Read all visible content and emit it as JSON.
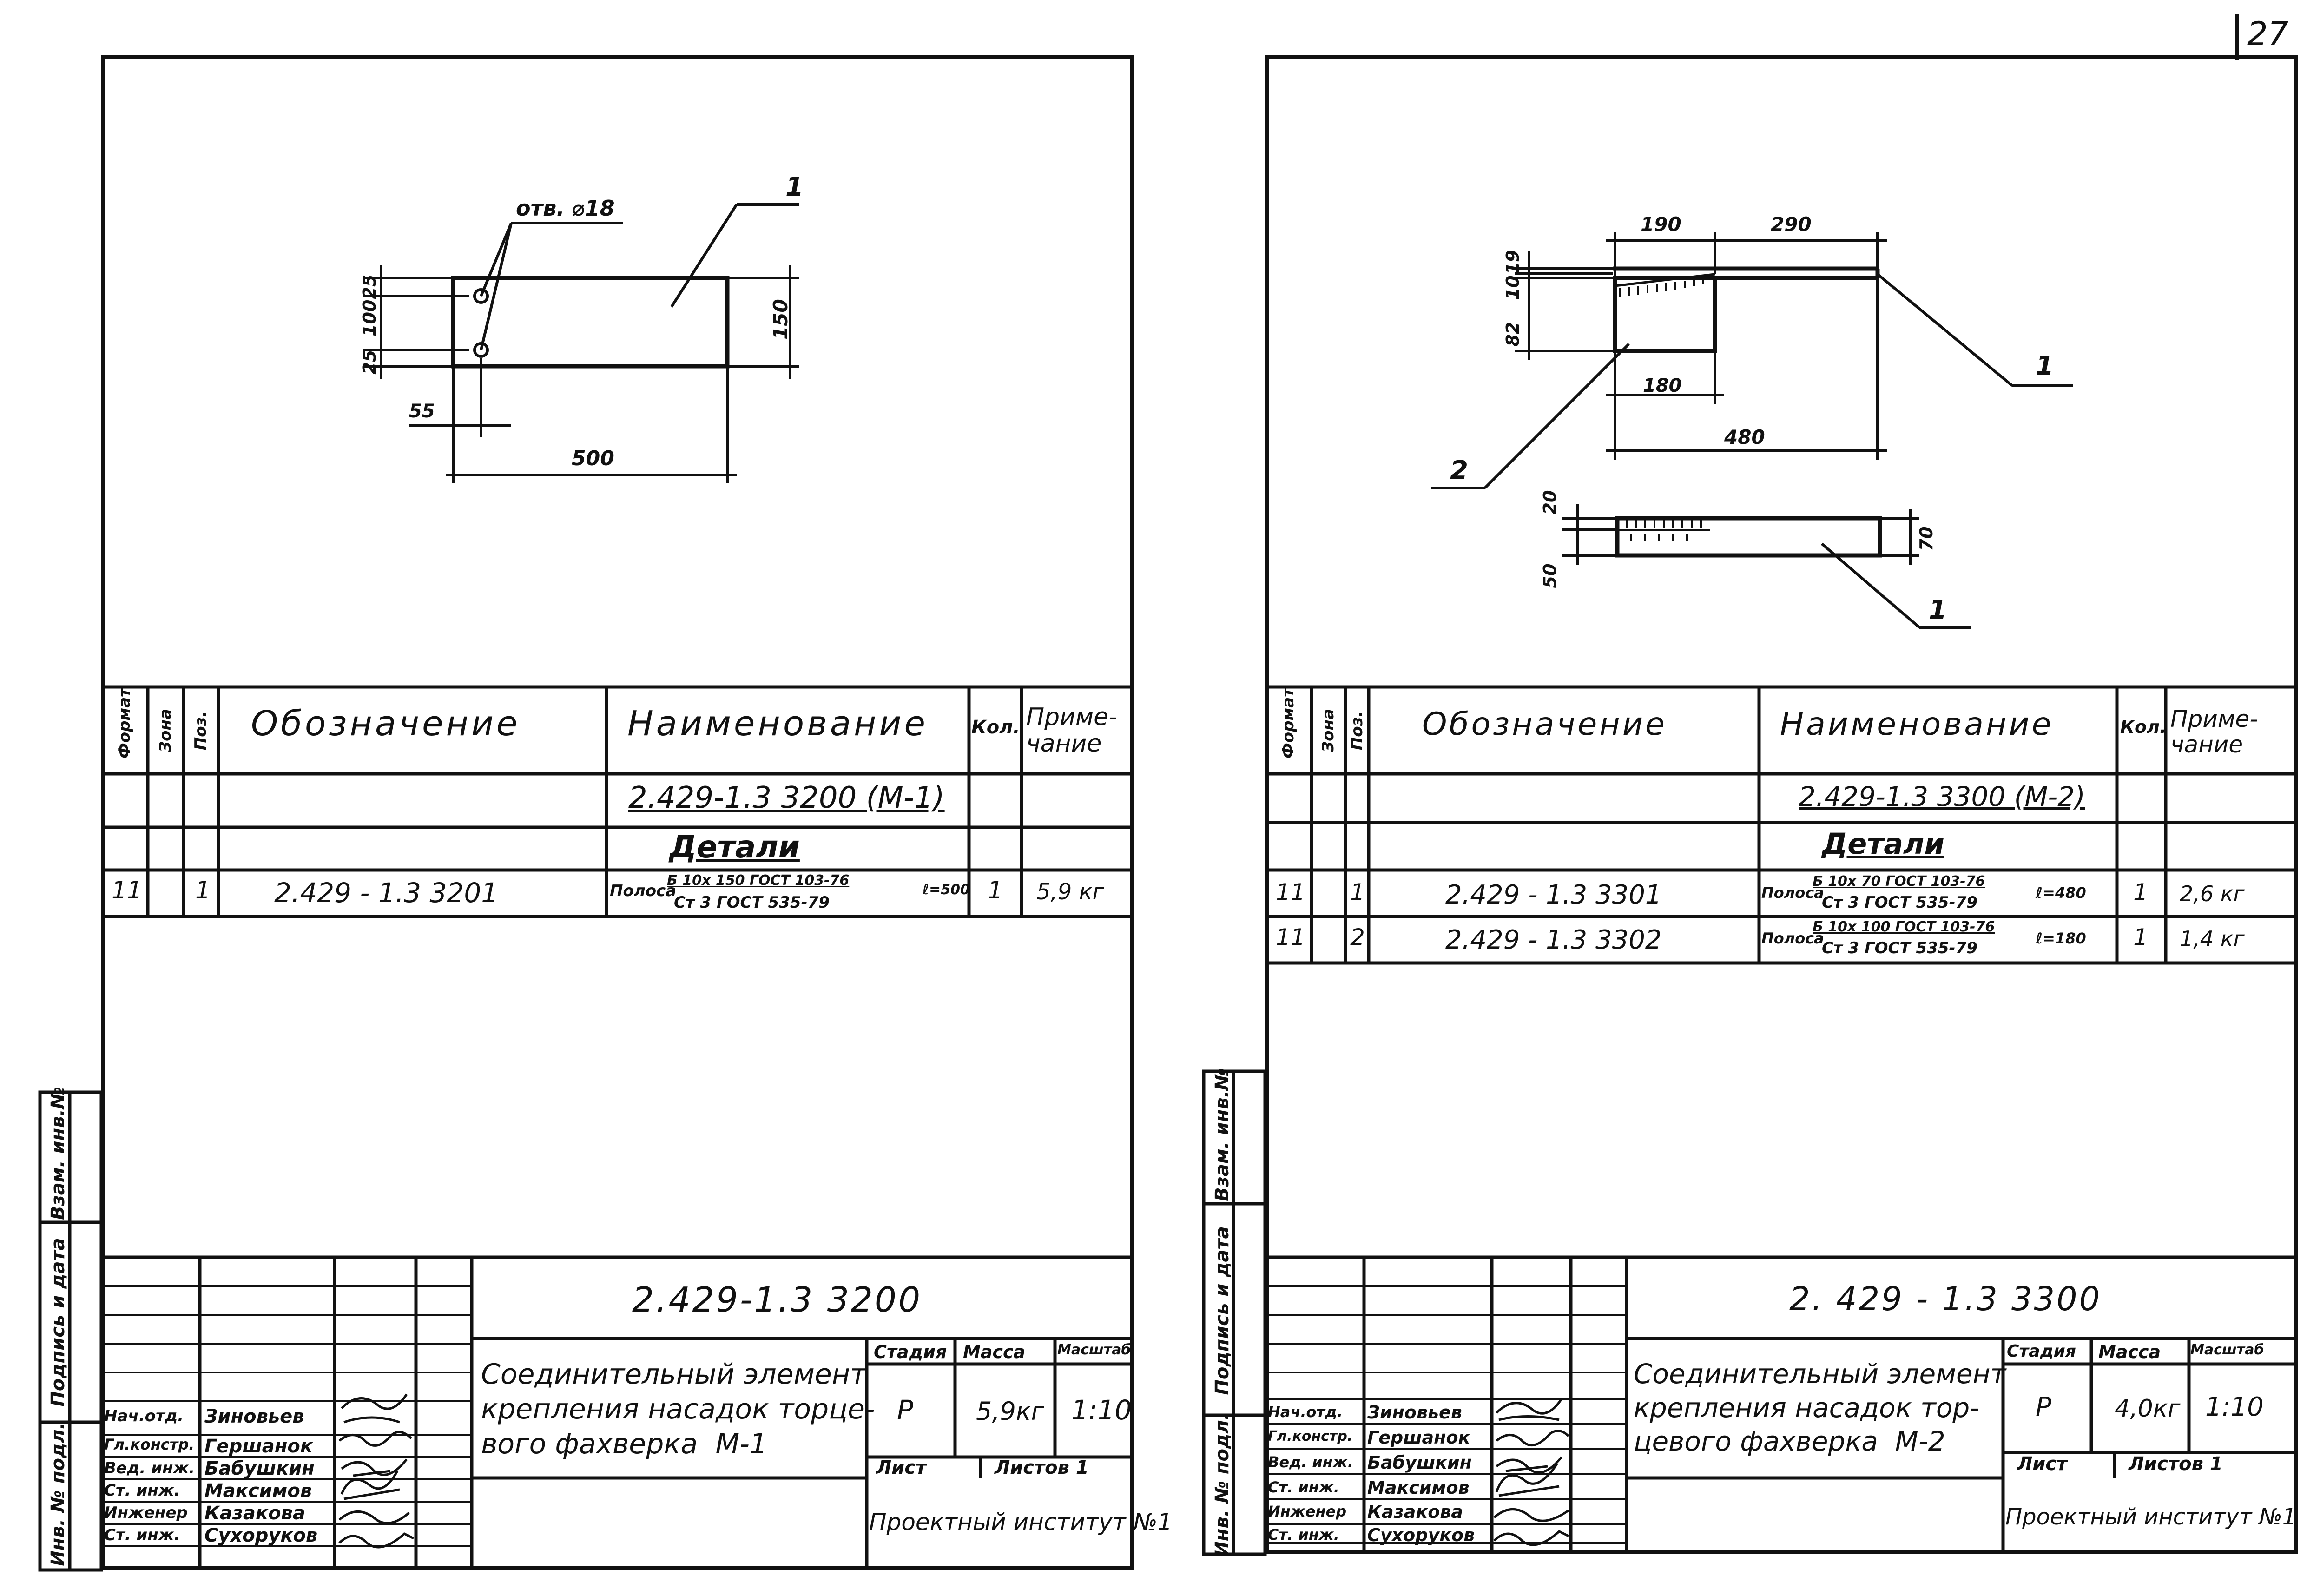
{
  "page_number": "27",
  "left": {
    "drawing": {
      "hole_note": "отв. ⌀18",
      "pos_label": "1",
      "dims": {
        "d25a": "25",
        "d100": "100",
        "d25b": "25",
        "d150": "150",
        "d55": "55",
        "d500": "500"
      }
    },
    "spec": {
      "headers": {
        "format": "Формат",
        "zone": "Зона",
        "pos": "Поз.",
        "designation": "Обозначение",
        "name": "Наименование",
        "qty": "Кол.",
        "note": "Приме-\nчание"
      },
      "assembly": "2.429-1.3 3200 (М-1)",
      "section": "Детали",
      "rows": [
        {
          "format": "11",
          "pos": "1",
          "designation": "2.429 - 1.3  3201",
          "name_prefix": "Полоса",
          "name_top": "Б 10x 150 ГОСТ 103-76",
          "name_bottom": "Ст 3 ГОСТ 535-79",
          "name_len": "ℓ=500",
          "qty": "1",
          "note": "5,9 кг"
        }
      ]
    },
    "side": {
      "label1": "Взам. инв.№",
      "label2": "Подпись и дата",
      "label3": "Инв. № подл."
    },
    "title": {
      "code": "2.429-1.3  3200",
      "name": "Соединительный элемент\nкрепления насадок торце-\nвого фахверка  М-1",
      "stage_h": "Стадия",
      "mass_h": "Масса",
      "scale_h": "Масштаб",
      "stage": "Р",
      "mass": "5,9кг",
      "scale": "1:10",
      "sheet_h": "Лист",
      "sheets_h": "Листов 1",
      "org": "Проектный институт №1",
      "people": [
        {
          "role": "Нач.отд.",
          "name": "Зиновьев"
        },
        {
          "role": "Гл.констр.",
          "name": "Гершанок"
        },
        {
          "role": "Вед. инж.",
          "name": "Бабушкин"
        },
        {
          "role": "Ст. инж.",
          "name": "Максимов"
        },
        {
          "role": "Инженер",
          "name": "Казакова"
        },
        {
          "role": "Ст. инж.",
          "name": "Сухоруков"
        }
      ]
    }
  },
  "right": {
    "drawing": {
      "dims": {
        "d190": "190",
        "d290": "290",
        "d19": "19",
        "d10": "10",
        "d82": "82",
        "d180": "180",
        "d480": "480",
        "d20": "20",
        "d50": "50",
        "d70": "70"
      },
      "pos1a": "1",
      "pos2": "2",
      "pos1b": "1"
    },
    "spec": {
      "headers": {
        "format": "Формат",
        "zone": "Зона",
        "pos": "Поз.",
        "designation": "Обозначение",
        "name": "Наименование",
        "qty": "Кол.",
        "note": "Приме-\nчание"
      },
      "assembly": "2.429-1.3 3300 (М-2)",
      "section": "Детали",
      "rows": [
        {
          "format": "11",
          "pos": "1",
          "designation": "2.429 - 1.3  3301",
          "name_prefix": "Полоса",
          "name_top": "Б 10x 70 ГОСТ 103-76",
          "name_bottom": "Ст 3 ГОСТ 535-79",
          "name_len": "ℓ=480",
          "qty": "1",
          "note": "2,6 кг"
        },
        {
          "format": "11",
          "pos": "2",
          "designation": "2.429 - 1.3  3302",
          "name_prefix": "Полоса",
          "name_top": "Б 10x 100 ГОСТ 103-76",
          "name_bottom": "Ст 3 ГОСТ 535-79",
          "name_len": "ℓ=180",
          "qty": "1",
          "note": "1,4 кг"
        }
      ]
    },
    "side": {
      "label1": "Взам. инв.№",
      "label2": "Подпись и дата",
      "label3": "Инв. № подл."
    },
    "title": {
      "code": "2. 429 - 1.3  3300",
      "name": "Соединительный элемент\nкрепления насадок тор-\nцевого фахверка  М-2",
      "stage_h": "Стадия",
      "mass_h": "Масса",
      "scale_h": "Масштаб",
      "stage": "Р",
      "mass": "4,0кг",
      "scale": "1:10",
      "sheet_h": "Лист",
      "sheets_h": "Листов 1",
      "org": "Проектный институт №1",
      "people": [
        {
          "role": "Нач.отд.",
          "name": "Зиновьев"
        },
        {
          "role": "Гл.констр.",
          "name": "Гершанок"
        },
        {
          "role": "Вед. инж.",
          "name": "Бабушкин"
        },
        {
          "role": "Ст. инж.",
          "name": "Максимов"
        },
        {
          "role": "Инженер",
          "name": "Казакова"
        },
        {
          "role": "Ст. инж.",
          "name": "Сухоруков"
        }
      ]
    }
  }
}
